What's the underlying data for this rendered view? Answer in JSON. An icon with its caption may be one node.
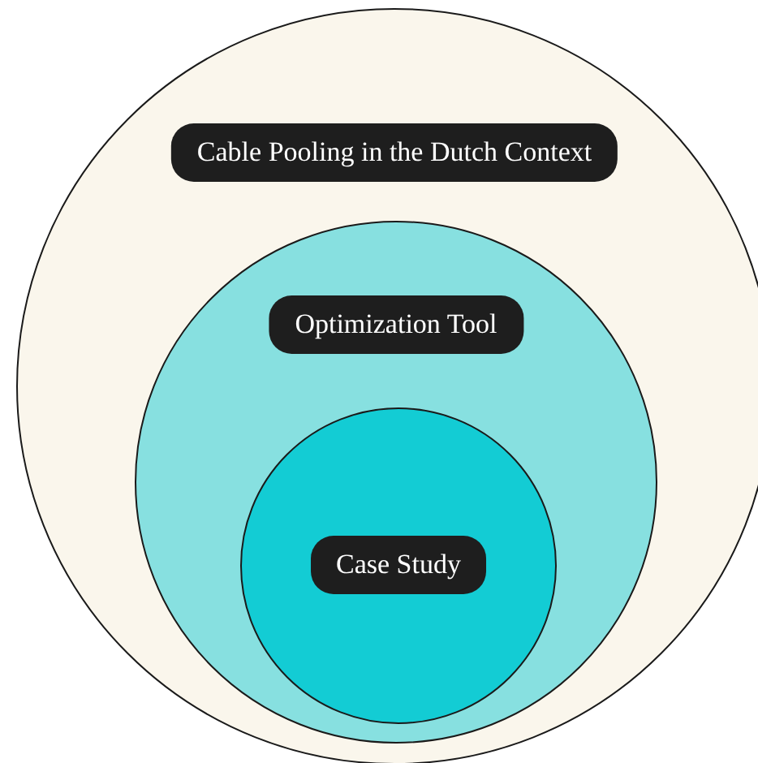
{
  "diagram": {
    "nodes": [
      {
        "text": [
          "Cable Pooling in the Dutch Context"
        ]
      },
      {
        "text": [
          "Optimization Tool"
        ],
        "in": 0
      },
      {
        "text": [
          "Case Study"
        ],
        "in": 1
      }
    ]
  }
}
